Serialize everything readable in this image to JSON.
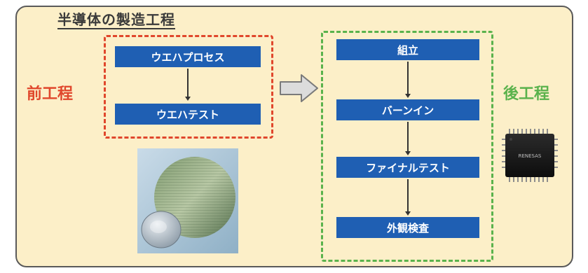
{
  "diagram": {
    "title": "半導体の製造工程",
    "front_process": {
      "label": "前工程",
      "steps": [
        "ウエハプロセス",
        "ウエハテスト"
      ]
    },
    "back_process": {
      "label": "後工程",
      "steps": [
        "組立",
        "バーンイン",
        "ファイナルテスト",
        "外観検査"
      ]
    },
    "chip_marking": "RENESAS"
  },
  "colors": {
    "panel_background": "#fcefc8",
    "step_fill": "#1f5fb3",
    "front_accent": "#e0472c",
    "back_accent": "#5ab24c",
    "arrow_fill": "#d8d8d8"
  },
  "icons": {
    "process_arrow": "right-arrow-icon",
    "wafer": "wafer-image",
    "chip": "chip-image"
  }
}
